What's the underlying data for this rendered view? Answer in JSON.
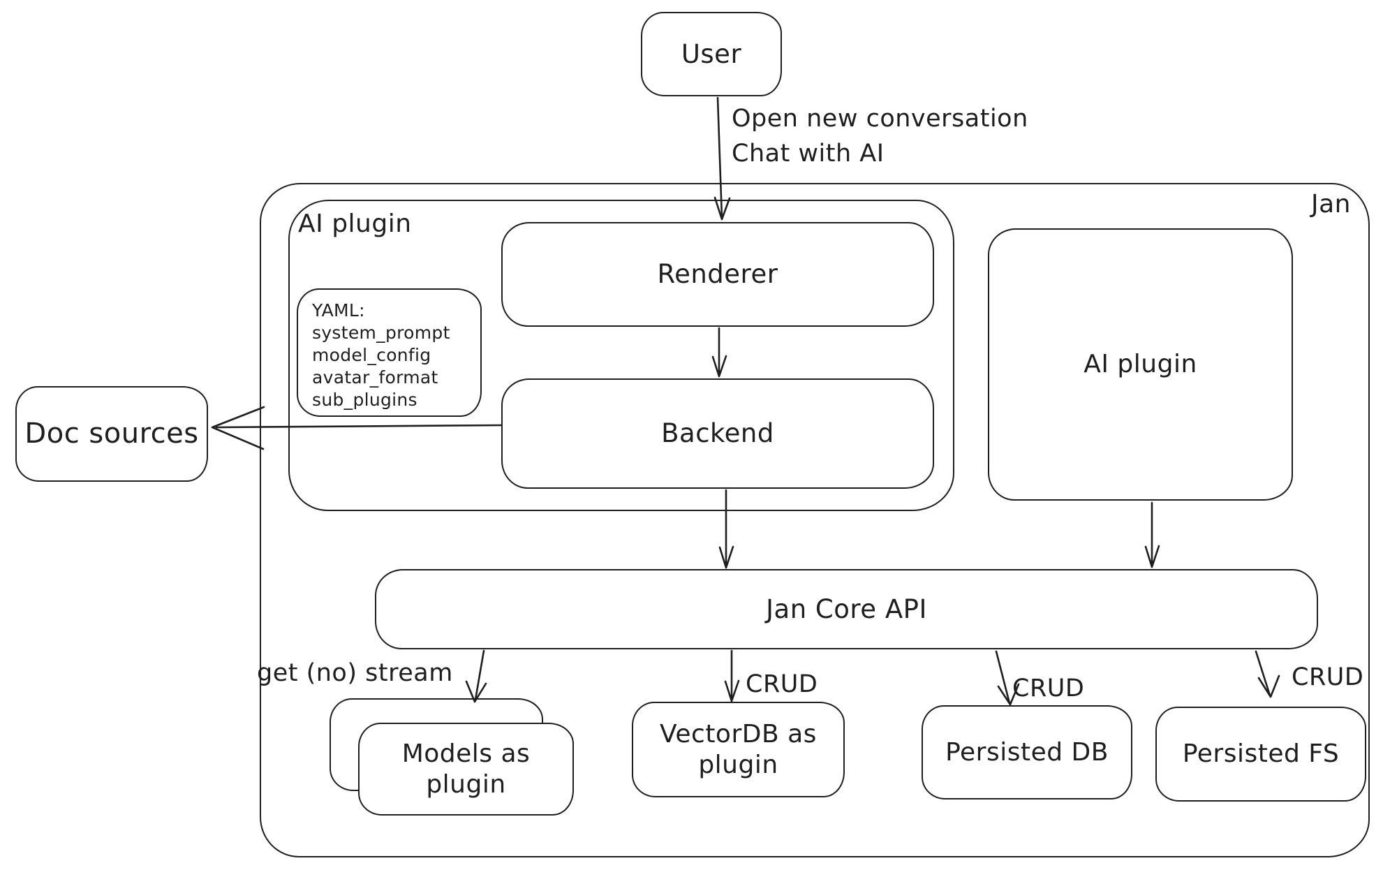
{
  "diagram": {
    "title_hint": "Jan app architecture sketch",
    "colors": {
      "stroke": "#1e1e1e",
      "background": "#ffffff"
    },
    "nodes": {
      "user": {
        "label": "User"
      },
      "jan_container": {
        "label": "Jan"
      },
      "ai_plugin_container": {
        "label": "AI plugin"
      },
      "renderer": {
        "label": "Renderer"
      },
      "backend": {
        "label": "Backend"
      },
      "yaml_note": {
        "lines": [
          "YAML:",
          "system_prompt",
          "model_config",
          "avatar_format",
          "sub_plugins"
        ]
      },
      "ai_plugin_right": {
        "label": "AI plugin"
      },
      "doc_sources": {
        "label": "Doc sources"
      },
      "jan_core_api": {
        "label": "Jan Core API"
      },
      "models_as_plugin": {
        "label": "Models as plugin"
      },
      "vectordb_as_plugin": {
        "label": "VectorDB as plugin"
      },
      "persisted_db": {
        "label": "Persisted DB"
      },
      "persisted_fs": {
        "label": "Persisted FS"
      }
    },
    "edge_labels": {
      "user_to_renderer_line1": "Open new conversation",
      "user_to_renderer_line2": "Chat with AI",
      "core_to_models": "get (no) stream",
      "core_to_vectordb": "CRUD",
      "core_to_persisted_db": "CRUD",
      "core_to_persisted_fs": "CRUD"
    }
  }
}
